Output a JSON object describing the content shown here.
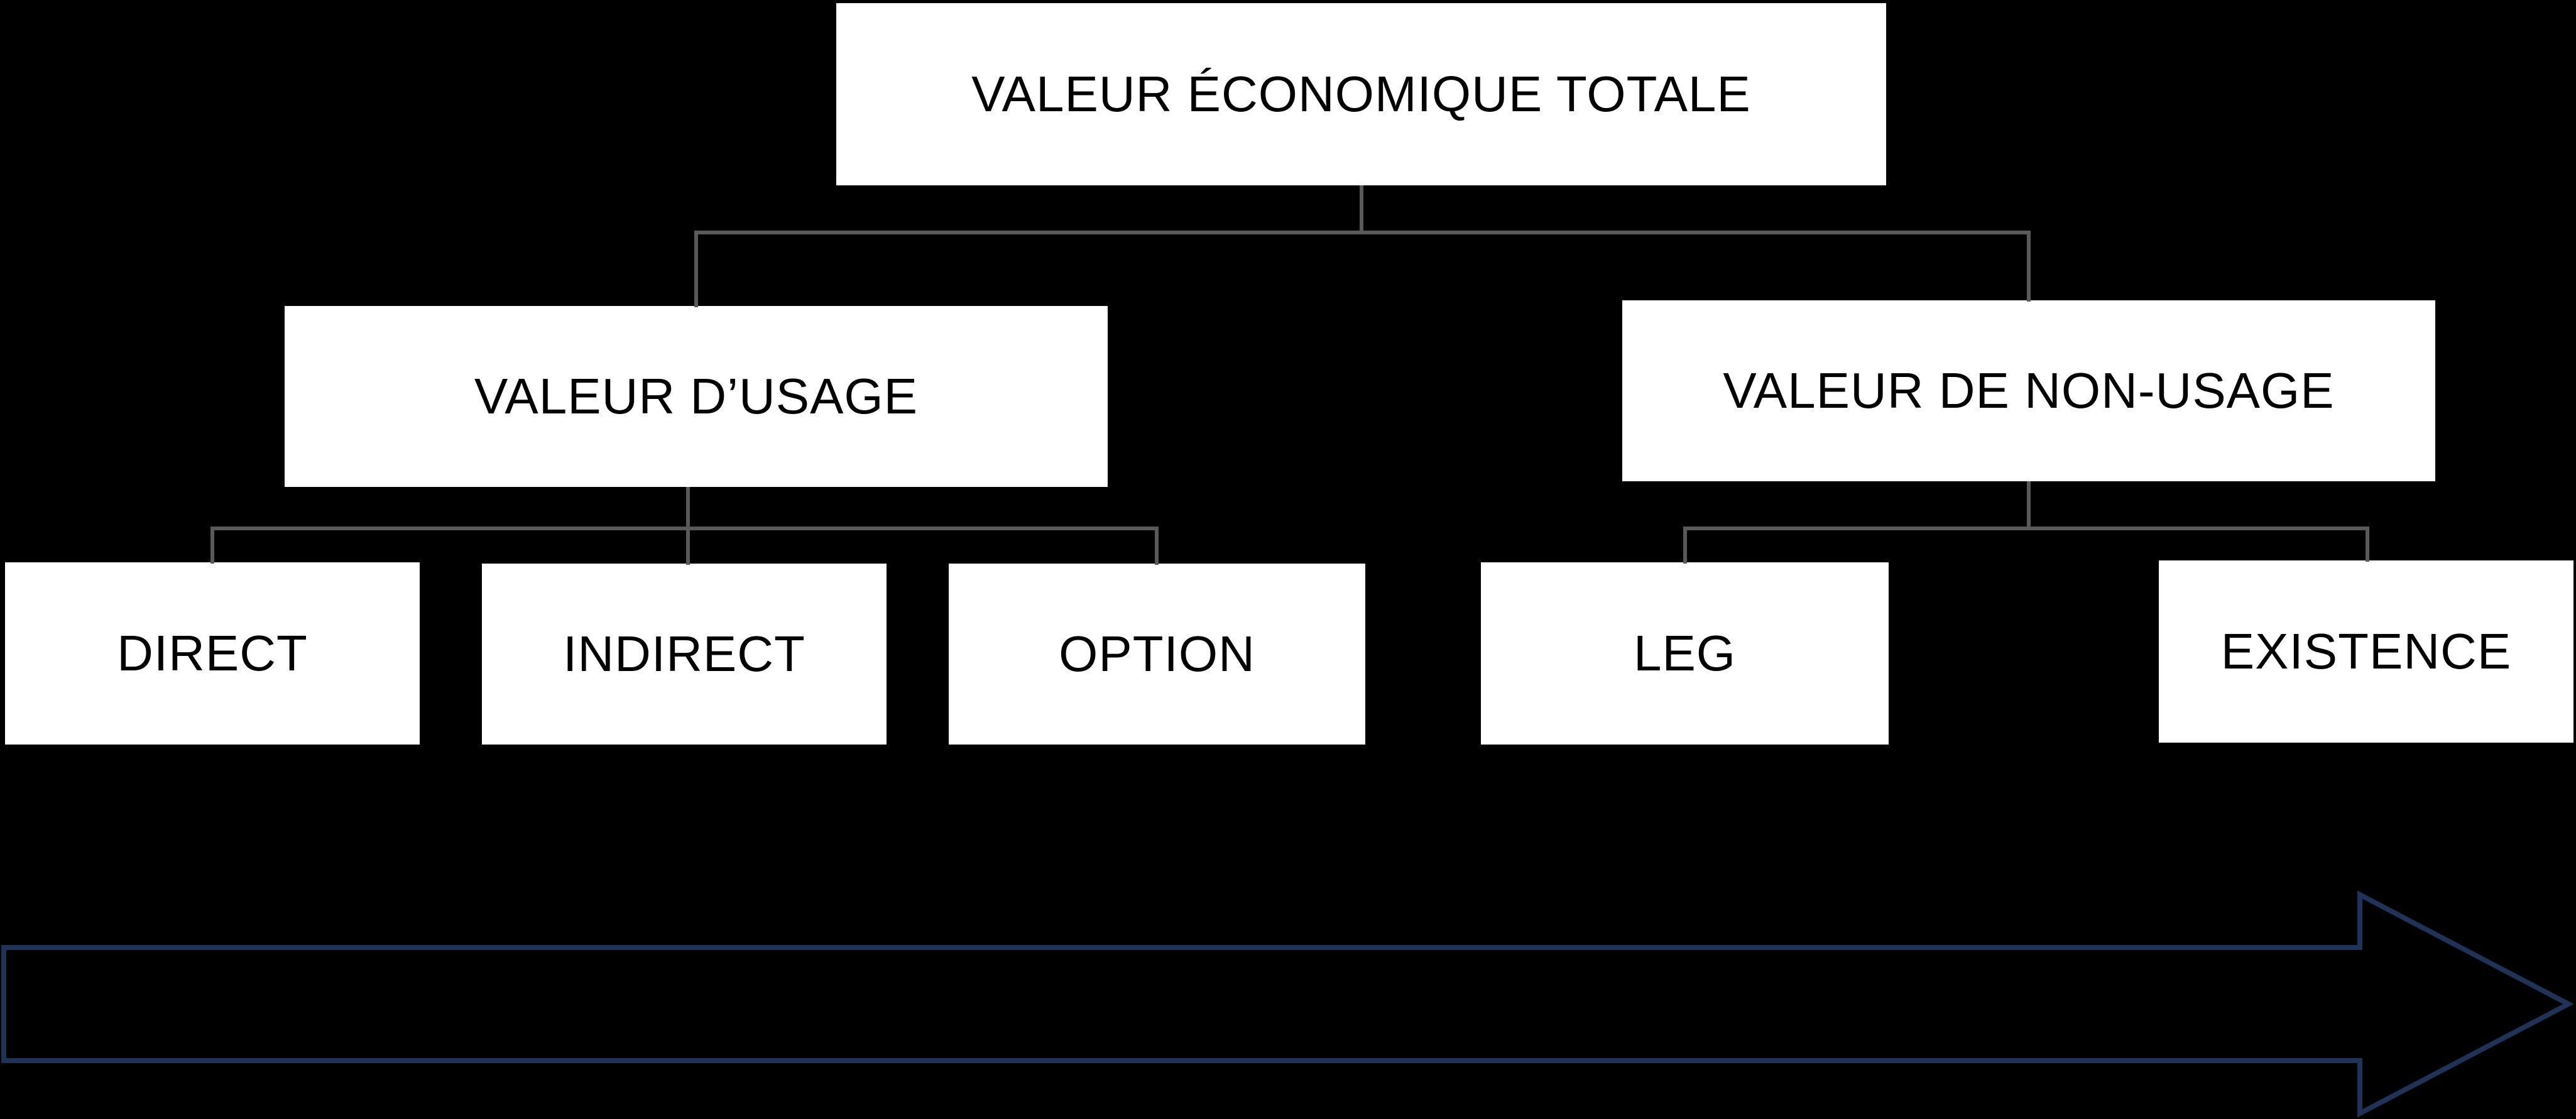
{
  "diagram": {
    "tree": {
      "root": {
        "label": "VALEUR ÉCONOMIQUE TOTALE"
      },
      "use": {
        "label": "VALEUR D’USAGE",
        "children": [
          {
            "label": "DIRECT"
          },
          {
            "label": "INDIRECT"
          },
          {
            "label": "OPTION"
          }
        ]
      },
      "nonuse": {
        "label": "VALEUR DE NON-USAGE",
        "children": [
          {
            "label": "LEG"
          },
          {
            "label": "EXISTENCE"
          }
        ]
      }
    },
    "arrow": {
      "direction": "right"
    },
    "colors": {
      "background": "#000000",
      "box_fill": "#ffffff",
      "box_text": "#000000",
      "connector": "#595959",
      "arrow_outline": "#1f3258",
      "arrow_fill": "#000000"
    }
  }
}
